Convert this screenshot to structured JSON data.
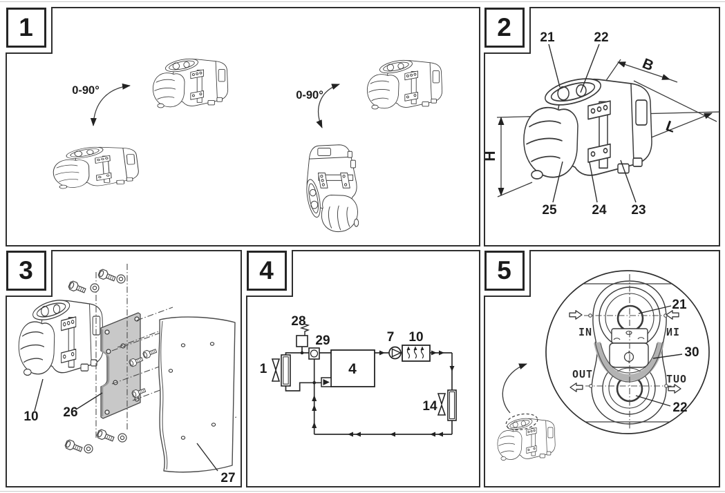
{
  "page": {
    "background": "#ffffff",
    "line_color": "#2b2b2b",
    "plate_fill": "#c8c8c8",
    "strap_fill": "#b3b3b3"
  },
  "panels": {
    "p1": {
      "number": "1",
      "rotation_range_left": "0-90°",
      "rotation_range_right": "0-90°"
    },
    "p2": {
      "number": "2",
      "callout_top_left": "21",
      "callout_top_right": "22",
      "callout_bottom_left": "25",
      "callout_bottom_mid": "24",
      "callout_bottom_right": "23",
      "dim_depth": "B",
      "dim_length": "L",
      "dim_height": "H"
    },
    "p3": {
      "number": "3",
      "callout_heater": "10",
      "callout_mounting_plate": "26",
      "callout_panel": "27"
    },
    "p4": {
      "number": "4",
      "label_hx_1": "1",
      "label_heater_4": "4",
      "label_pump_7": "7",
      "label_hx_10": "10",
      "label_hx_14": "14",
      "label_tank_28": "28",
      "label_valve_29": "29"
    },
    "p5": {
      "number": "5",
      "label_in": "IN",
      "label_out": "OUT",
      "callout_21": "21",
      "callout_30": "30",
      "callout_22": "22"
    }
  }
}
